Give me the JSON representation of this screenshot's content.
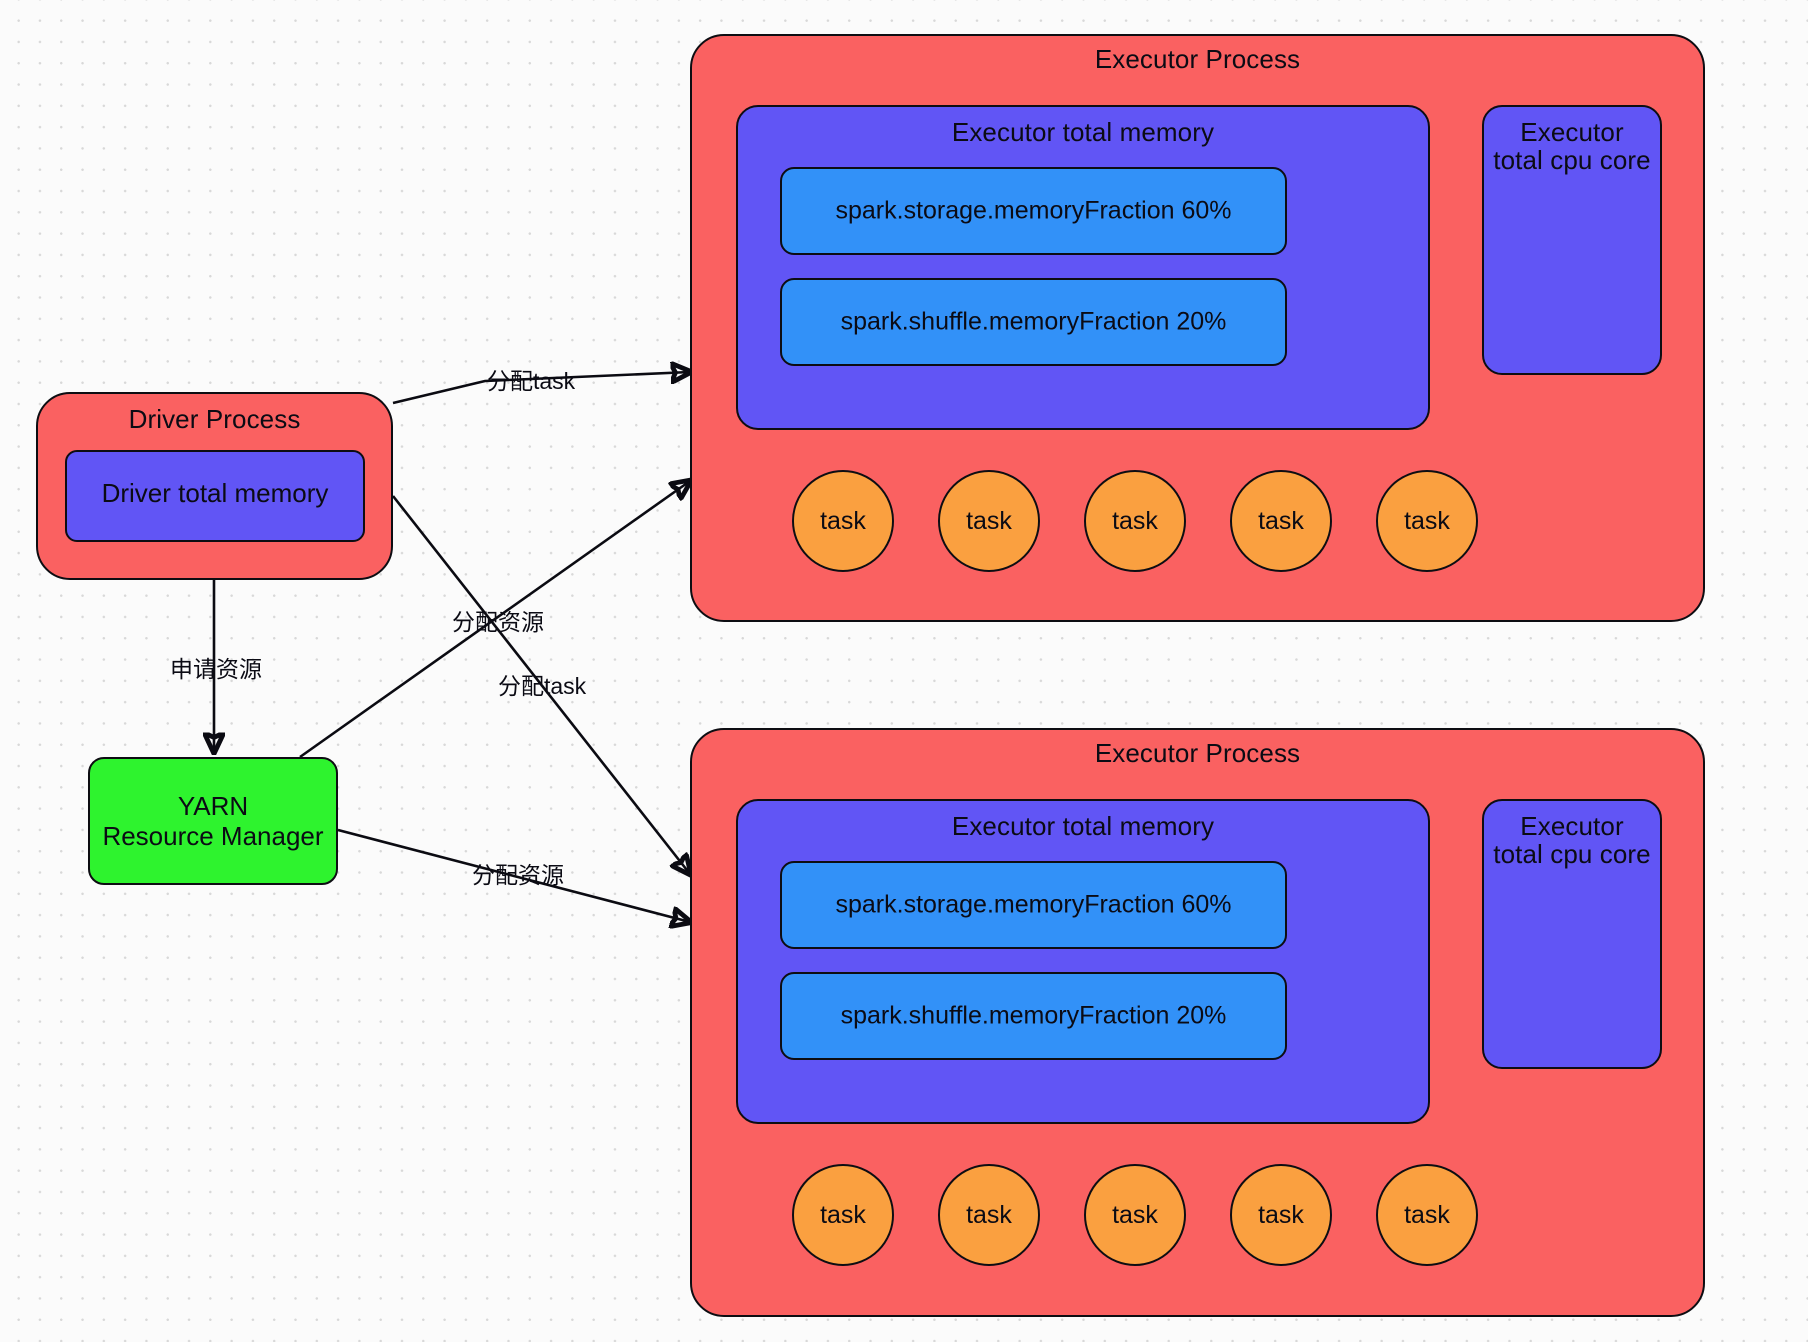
{
  "diagram": {
    "title": "Spark on YARN resource allocation",
    "colors": {
      "process": "#fa6161",
      "memory": "#6155f5",
      "fraction": "#3291f8",
      "yarn": "#2ef32e",
      "task": "#faa040",
      "stroke": "#0d0d12",
      "background": "#fbfbfb"
    }
  },
  "driver": {
    "title": "Driver Process",
    "memory_label": "Driver total memory"
  },
  "yarn": {
    "line1": "YARN",
    "line2": "Resource Manager"
  },
  "executors": [
    {
      "title": "Executor Process",
      "memory_title": "Executor total memory",
      "fractions": [
        "spark.storage.memoryFraction 60%",
        "spark.shuffle.memoryFraction 20%"
      ],
      "cpu_line1": "Executor",
      "cpu_line2": "total cpu core",
      "tasks": [
        "task",
        "task",
        "task",
        "task",
        "task"
      ]
    },
    {
      "title": "Executor Process",
      "memory_title": "Executor total memory",
      "fractions": [
        "spark.storage.memoryFraction 60%",
        "spark.shuffle.memoryFraction 20%"
      ],
      "cpu_line1": "Executor",
      "cpu_line2": "total cpu core",
      "tasks": [
        "task",
        "task",
        "task",
        "task",
        "task"
      ]
    }
  ],
  "edges": [
    {
      "id": "driver-to-executor1-task",
      "label": "分配task"
    },
    {
      "id": "driver-to-yarn",
      "label": "申请资源"
    },
    {
      "id": "yarn-to-executor1",
      "label": "分配资源"
    },
    {
      "id": "driver-to-executor2-task",
      "label": "分配task"
    },
    {
      "id": "yarn-to-executor2",
      "label": "分配资源"
    }
  ]
}
